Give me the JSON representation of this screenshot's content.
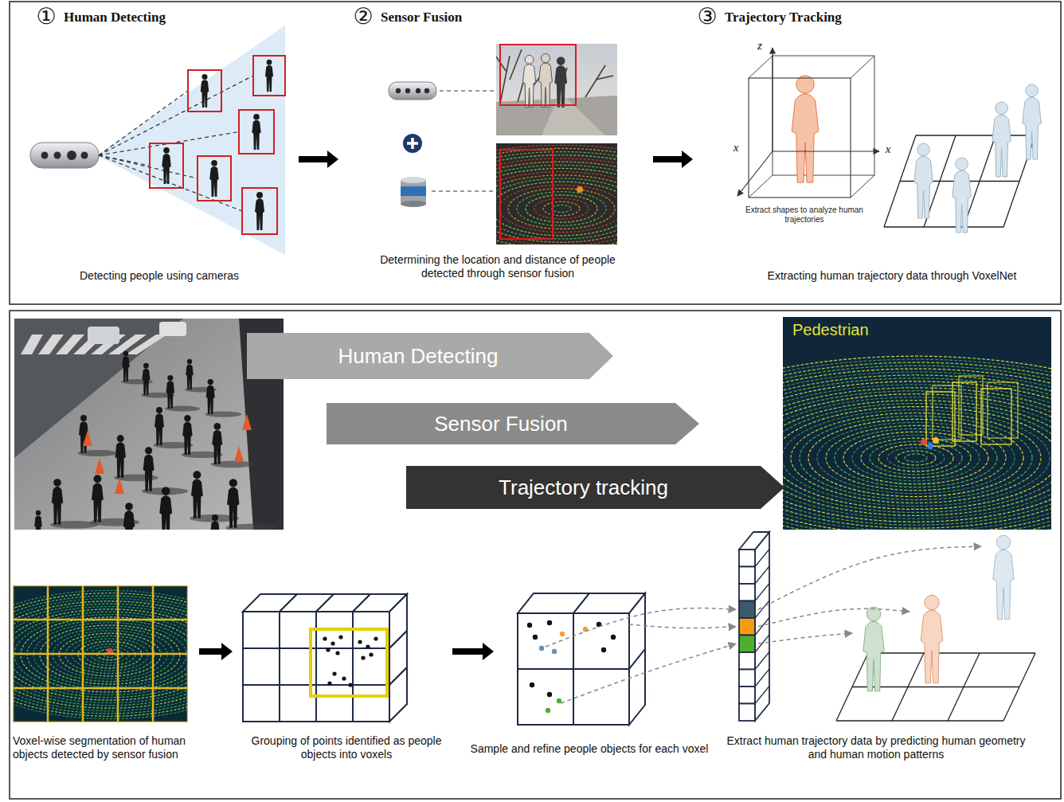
{
  "diagram": {
    "nodes": [
      {
        "text": [
          "Human Detecting"
        ]
      },
      {
        "text": [
          "Sensor Fusion"
        ]
      },
      {
        "text": [
          "Trajectory tracking"
        ]
      }
    ],
    "labels": [
      "①",
      "Human Detecting",
      "Detecting people using cameras",
      "②",
      "Sensor Fusion",
      "Determining the location and distance of people detected through sensor fusion",
      "③",
      "Trajectory Tracking",
      "z",
      "x",
      "x",
      "Extract shapes to analyze human trajectories",
      "Extracting human trajectory data through VoxelNet",
      "Pedestrian",
      "Voxel-wise segmentation of human objects detected by sensor fusion",
      "Grouping of points identified as people objects into voxels",
      "Sample and refine people objects for each voxel",
      "Extract human trajectory data by predicting human geometry and human motion patterns"
    ]
  }
}
